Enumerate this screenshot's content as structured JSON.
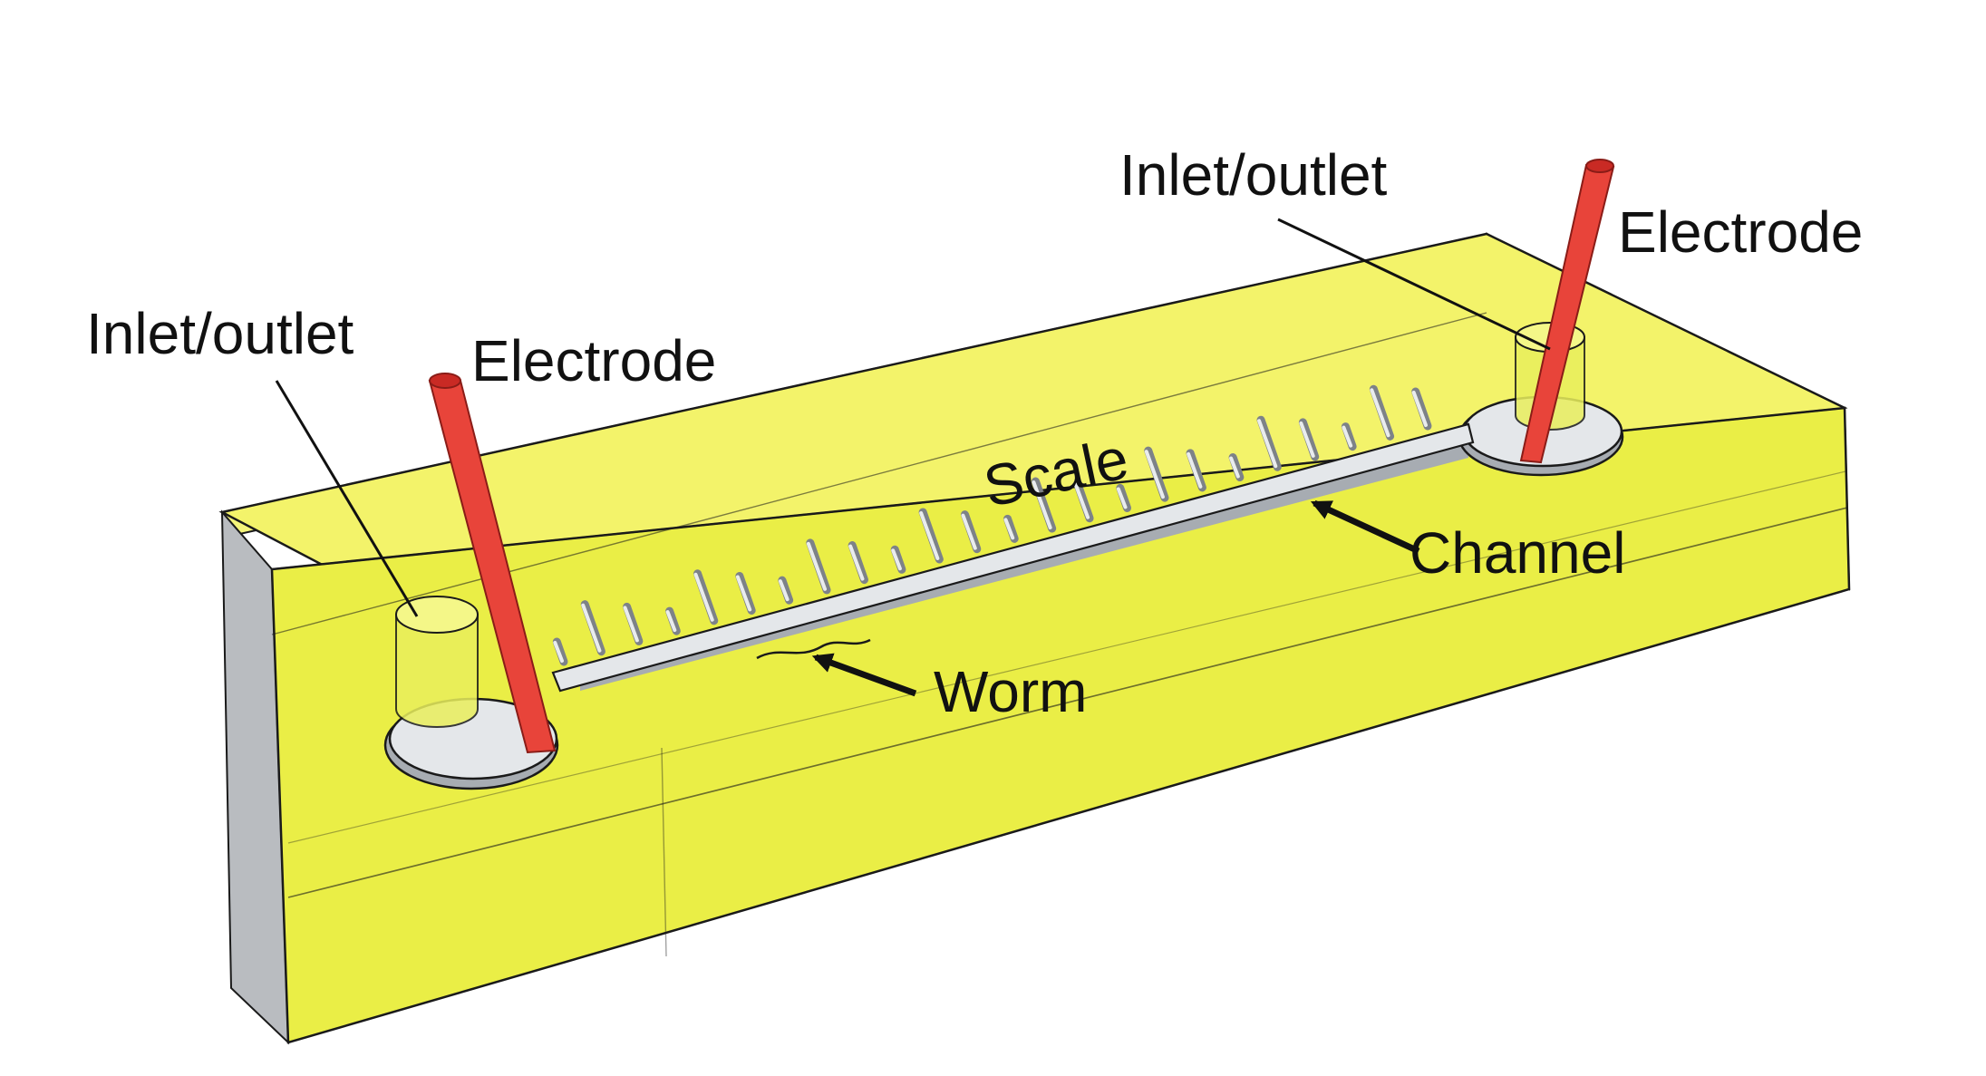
{
  "labels": {
    "inlet_outlet_left": "Inlet/outlet",
    "electrode_left": "Electrode",
    "inlet_outlet_right": "Inlet/outlet",
    "electrode_right": "Electrode",
    "scale": "Scale",
    "channel": "Channel",
    "worm": "Worm"
  },
  "colors": {
    "chip_fill": "#f2f25e",
    "chip_edge": "#1a1a1a",
    "channel_fill": "#e4e7ea",
    "channel_wall": "#a7acb2",
    "electrode": "#e8443a",
    "electrode_top": "#c92a24",
    "port_fill": "#e9ef5c"
  }
}
